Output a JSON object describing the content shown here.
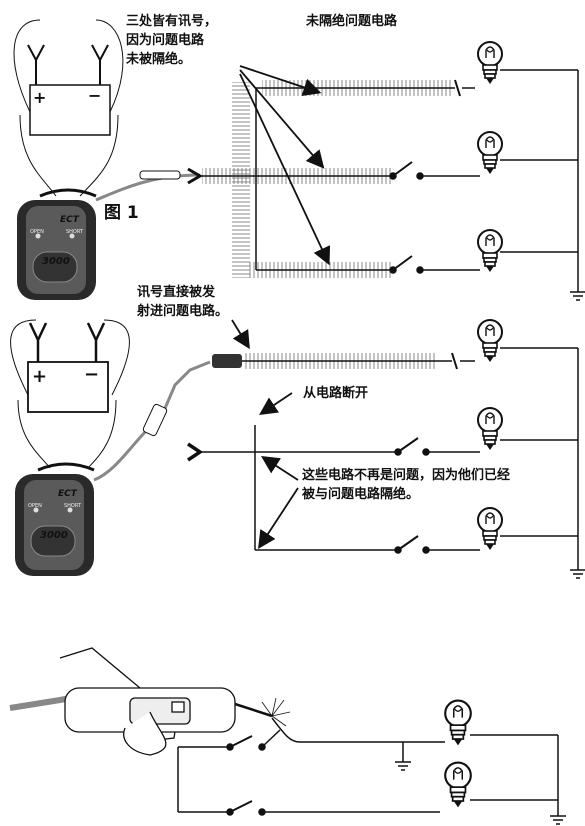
{
  "figure1": {
    "label": "图 1",
    "note_three": [
      "三处皆有讯号，",
      "因为问题电路",
      "未被隔绝。"
    ],
    "note_unisolated": "未隔绝问题电路"
  },
  "figure2": {
    "note_direct": [
      "讯号直接被发",
      "射进问题电路。"
    ],
    "note_disconnect": "从电路断开",
    "note_isolated": [
      "这些电路不再是问题，因为他们已经",
      "被与问题电路隔绝。"
    ]
  },
  "device": {
    "brand": "ECT",
    "model": "3000",
    "open_label": "OPEN",
    "short_label": "SHORT"
  },
  "battery": {
    "plus": "+",
    "minus": "−"
  },
  "colors": {
    "ink": "#111111",
    "device_body": "#2a2a2a",
    "device_face": "#5a5a5a",
    "signal": "#777777"
  }
}
